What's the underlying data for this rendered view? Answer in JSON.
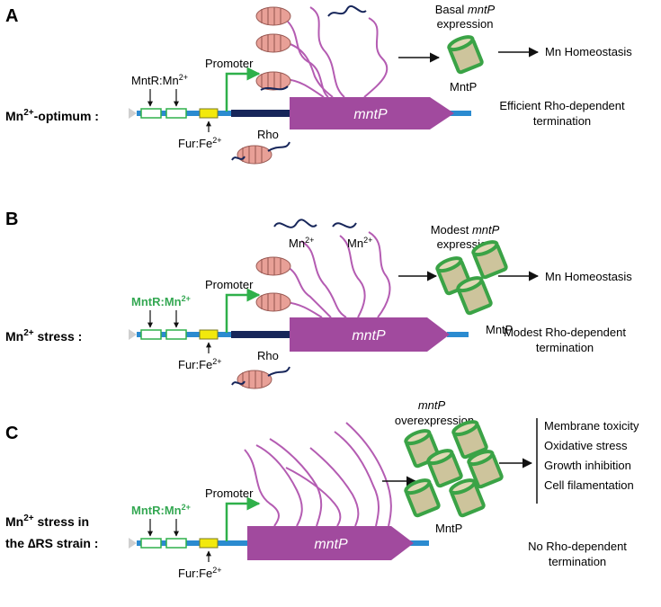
{
  "panels": [
    {
      "letter": "A",
      "condition": "Mn",
      "condition_sup": "2+",
      "condition_rest": "-optimum :",
      "mntr_label": "MntR:Mn",
      "mntr_sup": "2+",
      "fur_label": "Fur:Fe",
      "fur_sup": "2+",
      "promoter": "Promoter",
      "rho": "Rho",
      "gene": "mntP",
      "expression_italic": "mntP",
      "expression_pre": "Basal ",
      "expression_line2": "expression",
      "protein": "MntP",
      "outcome": "Mn Homeostasis",
      "termination_line1": "Efficient Rho-dependent",
      "termination_line2": "termination"
    },
    {
      "letter": "B",
      "condition": "Mn",
      "condition_sup": "2+",
      "condition_rest": " stress :",
      "mntr_label": "MntR:Mn",
      "mntr_sup": "2+",
      "fur_label": "Fur:Fe",
      "fur_sup": "2+",
      "promoter": "Promoter",
      "rho": "Rho",
      "gene": "mntP",
      "mn_ion": "Mn",
      "mn_ion_sup": "2+",
      "expression_italic": "mntP",
      "expression_pre": "Modest ",
      "expression_line2": "expression",
      "protein": "MntP",
      "outcome": "Mn Homeostasis",
      "termination_line1": "Modest Rho-dependent",
      "termination_line2": "termination"
    },
    {
      "letter": "C",
      "condition": "Mn",
      "condition_sup": "2+",
      "condition_rest": " stress in",
      "condition_line2": "the ∆RS strain :",
      "mntr_label": "MntR:Mn",
      "mntr_sup": "2+",
      "fur_label": "Fur:Fe",
      "fur_sup": "2+",
      "promoter": "Promoter",
      "gene": "mntP",
      "expression_italic": "mntP",
      "expression_line2": "overexpression",
      "protein": "MntP",
      "outcomes": [
        "Membrane toxicity",
        "Oxidative stress",
        "Growth inhibition",
        "Cell filamentation"
      ],
      "termination_line1": "No Rho-dependent",
      "termination_line2": "termination"
    }
  ],
  "colors": {
    "gene": "#a14a9e",
    "dna": "#2b8bd0",
    "dna_dark": "#17265a",
    "promoter": "#2fb04a",
    "mntr_highlight": "#35a853",
    "fur_box": "#f2e90c",
    "rho": "#e8a097",
    "rna": "#b45cb2",
    "protein_fill": "#cdc49c",
    "protein_edge": "#3aa346"
  }
}
